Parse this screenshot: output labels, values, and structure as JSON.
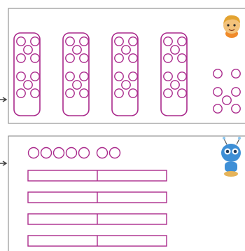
{
  "colors": {
    "line": "#aa2a8c",
    "frame": "#7f7f7f",
    "arrow": "#444444",
    "background": "#ffffff",
    "boy_skin": "#f3c27a",
    "boy_hair": "#e3a330",
    "robot_blue": "#3e8fd6",
    "robot_dark": "#1f3a5a"
  },
  "panel_top": {
    "card_count": 4,
    "dots_per_card": 10,
    "loose_dots": 7,
    "character": "boy-icon"
  },
  "panel_bottom": {
    "circle_count": 7,
    "circle_groups": [
      5,
      2
    ],
    "bar_rows": 4,
    "bar_segments_per_row": 2,
    "character": "robot-icon"
  }
}
